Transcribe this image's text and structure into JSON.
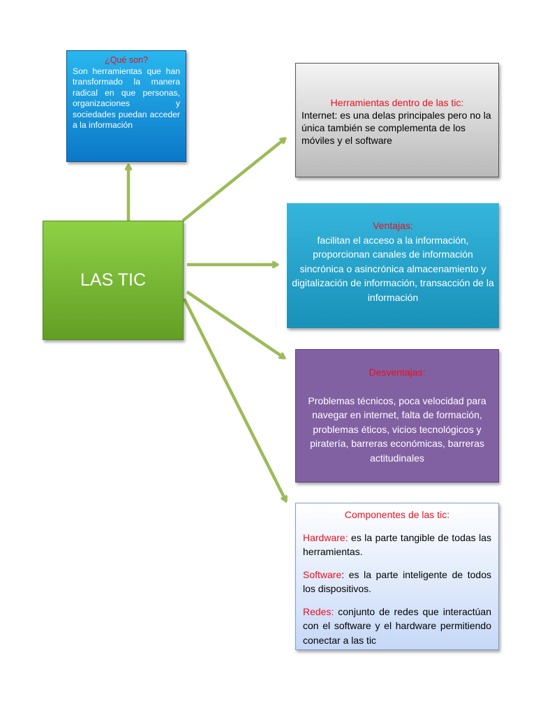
{
  "central": {
    "label": "LAS TIC"
  },
  "que_son": {
    "title": "¿Qué son?",
    "body": "Son herramientas que han transformado la manera radical en que personas, organizaciones y sociedades puedan acceder a la información"
  },
  "herramientas": {
    "title": "Herramientas dentro de las tic:",
    "body": "Internet: es una delas principales  pero no la única también  se complementa de los móviles y el software"
  },
  "ventajas": {
    "title": "Ventajas:",
    "body": "facilitan el acceso a la información, proporcionan canales de información sincrónica  o asincrónica almacenamiento y digitalización de información, transacción de la información"
  },
  "desventajas": {
    "title": "Desventajas:",
    "body": "Problemas técnicos, poca velocidad para navegar en internet, falta de formación, problemas éticos, vicios tecnológicos y piratería, barreras económicas, barreras actitudinales"
  },
  "componentes": {
    "title": "Componentes de las tic:",
    "items": [
      {
        "term": "Hardware:",
        "text": " es la parte tangible de todas las herramientas."
      },
      {
        "term": "Software",
        "text": ": es la parte inteligente de todos los dispositivos."
      },
      {
        "term": "Redes:",
        "text": " conjunto de redes que interactúan con el software y el hardware permitiendo conectar a las tic"
      }
    ]
  },
  "colors": {
    "arrow": "#9bbb59",
    "title_red": "#e8101c",
    "central_green": "#7cc035",
    "que_son_blue": "#1a9ae0",
    "ventajas_teal": "#2ba8cf",
    "desventajas_purple": "#8261a3"
  }
}
